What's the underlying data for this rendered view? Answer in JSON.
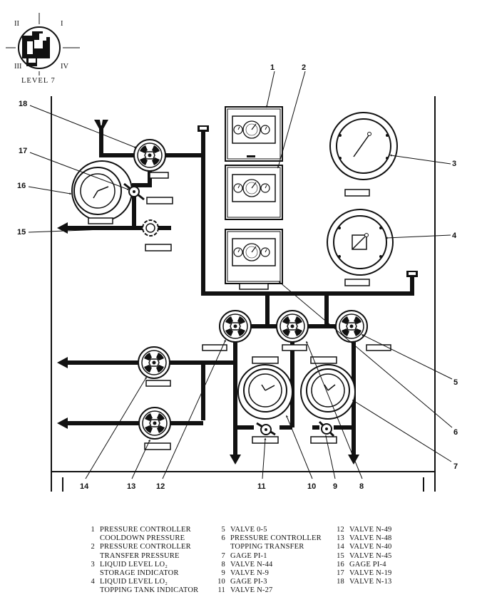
{
  "key_map": {
    "quadrants": [
      "I",
      "II",
      "III",
      "IV"
    ],
    "caption": "LEVEL 7"
  },
  "callouts": [
    "1",
    "2",
    "3",
    "4",
    "5",
    "6",
    "7",
    "8",
    "9",
    "10",
    "11",
    "12",
    "13",
    "14",
    "15",
    "16",
    "17",
    "18"
  ],
  "legend": [
    {
      "num": "1",
      "lines": [
        "PRESSURE CONTROLLER",
        "COOLDOWN PRESSURE"
      ]
    },
    {
      "num": "2",
      "lines": [
        "PRESSURE CONTROLLER",
        "TRANSFER PRESSURE"
      ]
    },
    {
      "num": "3",
      "lines": [
        "LIQUID LEVEL LO₂",
        "STORAGE INDICATOR"
      ]
    },
    {
      "num": "4",
      "lines": [
        "LIQUID LEVEL LO₂",
        "TOPPING TANK INDICATOR"
      ]
    },
    {
      "num": "5",
      "lines": [
        "VALVE 0-5"
      ]
    },
    {
      "num": "6",
      "lines": [
        "PRESSURE CONTROLLER",
        "TOPPING TRANSFER"
      ]
    },
    {
      "num": "7",
      "lines": [
        "GAGE PI-1"
      ]
    },
    {
      "num": "8",
      "lines": [
        "VALVE N-44"
      ]
    },
    {
      "num": "9",
      "lines": [
        "VALVE N-9"
      ]
    },
    {
      "num": "10",
      "lines": [
        "GAGE PI-3"
      ]
    },
    {
      "num": "11",
      "lines": [
        "VALVE N-27"
      ]
    },
    {
      "num": "12",
      "lines": [
        "VALVE N-49"
      ]
    },
    {
      "num": "13",
      "lines": [
        "VALVE N-48"
      ]
    },
    {
      "num": "14",
      "lines": [
        "VALVE N-40"
      ]
    },
    {
      "num": "15",
      "lines": [
        "VALVE N-45"
      ]
    },
    {
      "num": "16",
      "lines": [
        "GAGE PI-4"
      ]
    },
    {
      "num": "17",
      "lines": [
        "VALVE N-19"
      ]
    },
    {
      "num": "18",
      "lines": [
        "VALVE N-13"
      ]
    }
  ]
}
